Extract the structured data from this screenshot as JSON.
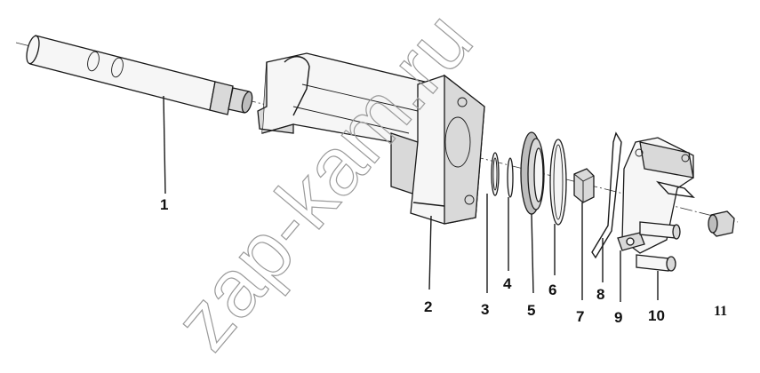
{
  "watermark": "zap-kam.ru",
  "callouts": [
    "1",
    "2",
    "3",
    "4",
    "5",
    "6",
    "7",
    "8",
    "9",
    "10",
    "11"
  ]
}
